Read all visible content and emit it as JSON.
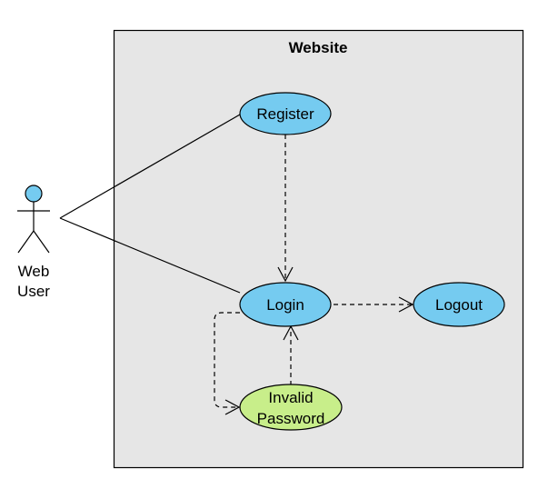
{
  "system": {
    "title": "Website",
    "fill": "#e6e6e6"
  },
  "actor": {
    "label_line1": "Web",
    "label_line2": "User",
    "head_fill": "#75cbf0"
  },
  "use_cases": {
    "register": {
      "label": "Register",
      "fill": "#75cbf0"
    },
    "login": {
      "label": "Login",
      "fill": "#75cbf0"
    },
    "logout": {
      "label": "Logout",
      "fill": "#75cbf0"
    },
    "invalid_password": {
      "label_line1": "Invalid",
      "label_line2": "Password",
      "fill": "#c8ee8a"
    }
  },
  "relations": [
    {
      "from": "actor",
      "to": "register",
      "type": "association"
    },
    {
      "from": "actor",
      "to": "login",
      "type": "association"
    },
    {
      "from": "register",
      "to": "login",
      "type": "dependency"
    },
    {
      "from": "login",
      "to": "logout",
      "type": "dependency"
    },
    {
      "from": "login",
      "to": "invalid_password",
      "type": "dependency"
    },
    {
      "from": "invalid_password",
      "to": "login",
      "type": "dependency"
    }
  ]
}
